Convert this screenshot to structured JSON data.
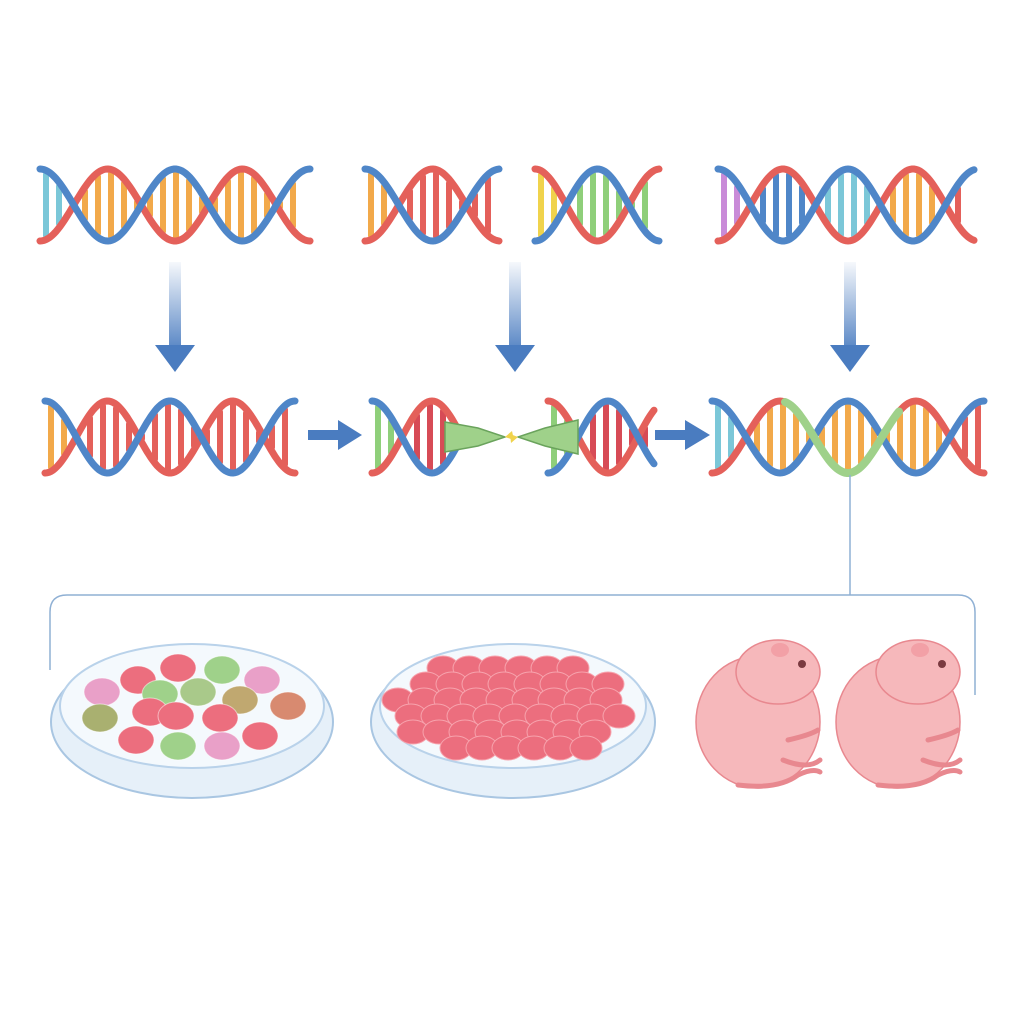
{
  "colors": {
    "strand_red": "#e4605a",
    "strand_blue": "#4f86c8",
    "arrow": "#4a7cc0",
    "edit_green": "#9fd18a",
    "bracket": "#8fb0d4",
    "dish_rim": "#a9c6e2",
    "dish_fill": "#eef5fb",
    "cell_pink": "#ec6e7e",
    "mouse_pink": "#f6b8bb",
    "rung_palette": [
      "#e4605a",
      "#4f86c8",
      "#8fcf7a",
      "#f2a94a",
      "#c98bd8",
      "#f0d34c",
      "#7bc7d8",
      "#d74b56"
    ]
  },
  "icons": [
    "dna-helix-icon",
    "down-arrow-icon",
    "right-arrow-icon",
    "scissors-cut-icon",
    "petri-dish-icon",
    "cell-colony-icon",
    "mouse-icon"
  ],
  "rows": {
    "top": [
      "original-dna-1",
      "original-dna-2-broken",
      "original-dna-3"
    ],
    "middle": [
      "target-dna",
      "cut-dna",
      "edited-dna"
    ],
    "bottom": [
      "mixed-cell-dish",
      "uniform-cell-dish",
      "mouse-1",
      "mouse-2"
    ]
  }
}
